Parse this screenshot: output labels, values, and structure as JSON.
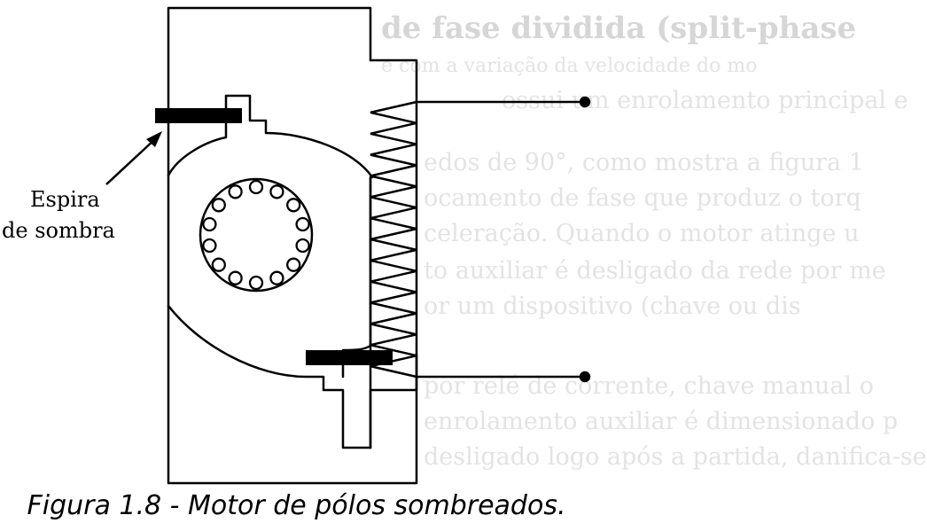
{
  "labels": {
    "espira_line1": "Espira",
    "espira_line2": "de sombra"
  },
  "caption": "Figura 1.8 - Motor de pólos sombreados.",
  "background_text": {
    "title": "de fase dividida (split-phase",
    "subtitle": "e com a variação da velocidade do mo",
    "lines": [
      "ossui um enrolamento principal e",
      "edos de 90°, como mostra a figura 1",
      "ocamento de fase que produz o torq",
      "celeração. Quando o motor atinge u",
      "to auxiliar é desligado da rede por me",
      "or um dispositivo (chave ou dis",
      "por relé de corrente, chave manual o",
      "enrolamento auxiliar é dimensionado p",
      "desligado logo após a partida, danifica-se"
    ]
  },
  "colors": {
    "line": "#000000",
    "fill": "#ffffff",
    "bleed": "#e0e0e0"
  }
}
